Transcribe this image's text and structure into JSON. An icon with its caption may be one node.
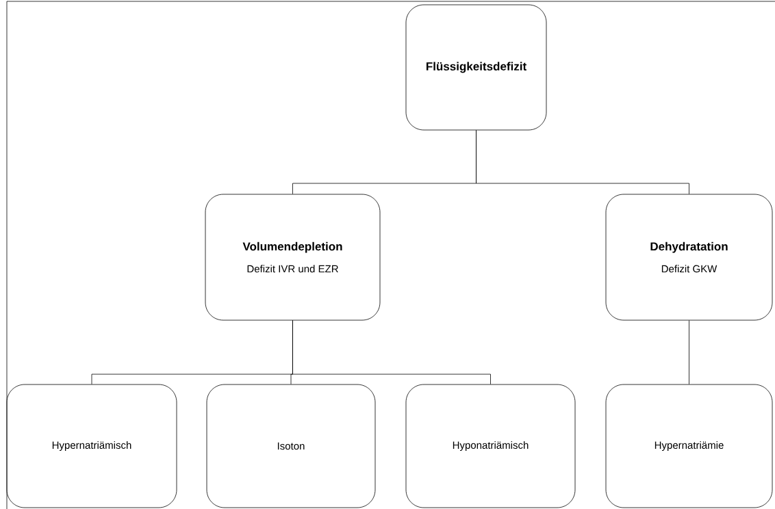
{
  "diagram": {
    "nodes": [
      {
        "text": [
          "Flüssigkeitsdefizit"
        ]
      },
      {
        "text": [
          "Volumendepletion",
          "Defizit IVR und EZR"
        ]
      },
      {
        "text": [
          "Dehydratation",
          "Defizit GKW"
        ]
      },
      {
        "text": [
          "Hypernatriämisch"
        ]
      },
      {
        "text": [
          "Isoton"
        ]
      },
      {
        "text": [
          "Hyponatriämisch"
        ]
      },
      {
        "text": [
          "Hypernatriämie"
        ]
      }
    ],
    "edges": [
      {
        "from": 0,
        "to": 1,
        "arrow": "none"
      },
      {
        "from": 0,
        "to": 2,
        "arrow": "none"
      },
      {
        "from": 1,
        "to": 3,
        "arrow": "none"
      },
      {
        "from": 1,
        "to": 4,
        "arrow": "none"
      },
      {
        "from": 1,
        "to": 5,
        "arrow": "none"
      },
      {
        "from": 2,
        "to": 6,
        "arrow": "none"
      }
    ]
  }
}
